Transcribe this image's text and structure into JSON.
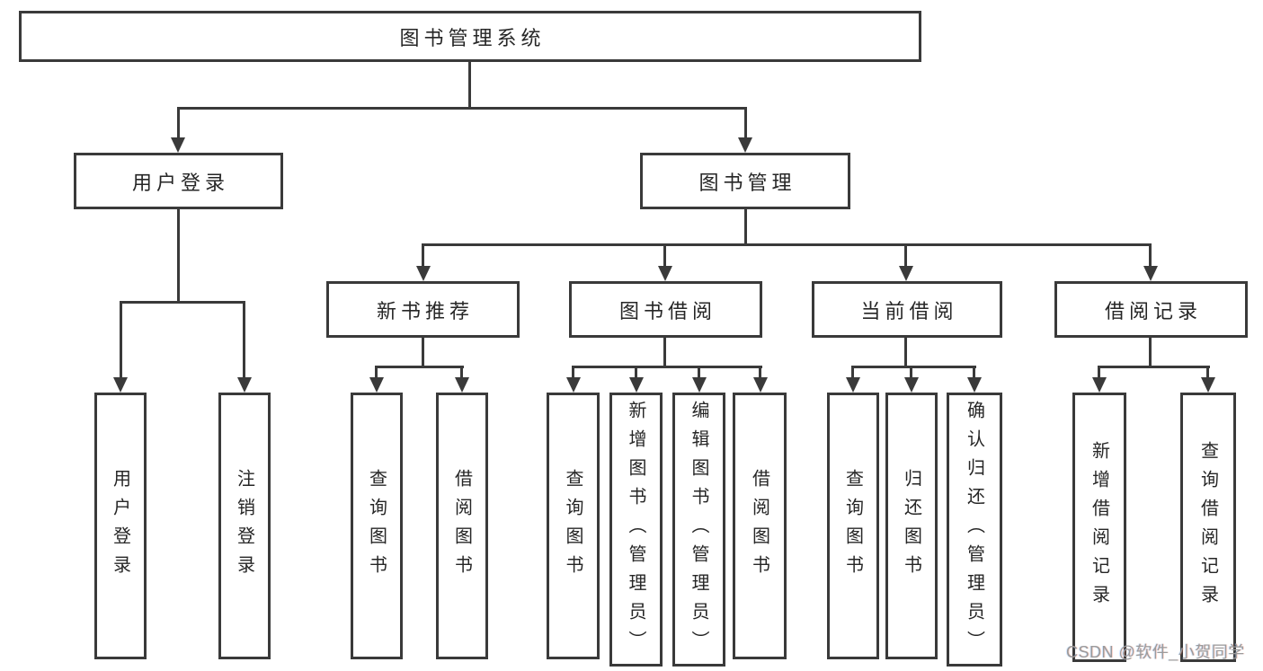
{
  "diagram": {
    "type": "hierarchy",
    "watermark": "CSDN @软件_小贺同学",
    "colors": {
      "line": "#3a3a3a",
      "text": "#262626",
      "watermark": "#9b9b9b",
      "background": "#ffffff"
    },
    "tree": {
      "label": "图书管理系统",
      "children": [
        {
          "label": "用户登录",
          "children": [
            {
              "label": "用户登录"
            },
            {
              "label": "注销登录"
            }
          ]
        },
        {
          "label": "图书管理",
          "children": [
            {
              "label": "新书推荐",
              "children": [
                {
                  "label": "查询图书"
                },
                {
                  "label": "借阅图书"
                }
              ]
            },
            {
              "label": "图书借阅",
              "children": [
                {
                  "label": "查询图书"
                },
                {
                  "label": "新增图书（管理员）"
                },
                {
                  "label": "编辑图书（管理员）"
                },
                {
                  "label": "借阅图书"
                }
              ]
            },
            {
              "label": "当前借阅",
              "children": [
                {
                  "label": "查询图书"
                },
                {
                  "label": "归还图书"
                },
                {
                  "label": "确认归还（管理员）"
                }
              ]
            },
            {
              "label": "借阅记录",
              "children": [
                {
                  "label": "新增借阅记录"
                },
                {
                  "label": "查询借阅记录"
                }
              ]
            }
          ]
        }
      ]
    }
  }
}
